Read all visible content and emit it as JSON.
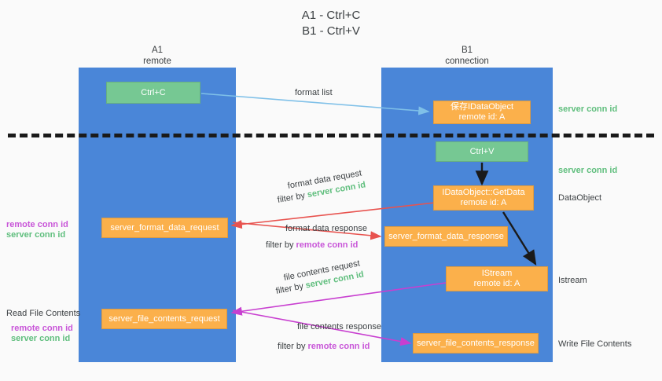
{
  "title": {
    "line1": "A1 - Ctrl+C",
    "line2": "B1 - Ctrl+V"
  },
  "lanes": [
    {
      "name": "A1",
      "sub": "remote",
      "color": "#4a86d8"
    },
    {
      "name": "B1",
      "sub": "connection",
      "color": "#4a86d8"
    }
  ],
  "colors": {
    "lane": "#4a86d8",
    "green_box": "#76c893",
    "orange_box": "#fbb04b",
    "green_text": "#5fbe7d",
    "magenta_text": "#c855d8",
    "arrow_blue": "#7fc0e8",
    "arrow_red": "#e8534f",
    "arrow_magenta": "#c83fd0",
    "arrow_dark": "#1a1a1a"
  },
  "nodes": {
    "ctrl_c": {
      "line1": "Ctrl+C"
    },
    "save_dataobject": {
      "line1": "保存IDataObject",
      "line2": "remote id: A"
    },
    "ctrl_v": {
      "line1": "Ctrl+V"
    },
    "getdata": {
      "line1": "IDataObject::GetData",
      "line2": "remote id: A"
    },
    "istream": {
      "line1": "IStream",
      "line2": "remote id: A"
    },
    "server_format_data_request": {
      "line1": "server_format_data_request"
    },
    "server_format_data_response": {
      "line1": "server_format_data_response"
    },
    "server_file_contents_request": {
      "line1": "server_file_contents_request"
    },
    "server_file_contents_response": {
      "line1": "server_file_contents_response"
    }
  },
  "edge_labels": {
    "format_list": "format list",
    "format_data_request": "format data request",
    "format_data_request_filter_prefix": "filter by ",
    "format_data_request_filter_value": "server conn id",
    "format_data_response": "format data response",
    "format_data_response_filter_prefix": "filter by ",
    "format_data_response_filter_value": "remote conn id",
    "file_contents_request": "file contents request",
    "file_contents_request_filter_prefix": "filter by ",
    "file_contents_request_filter_value": "server conn id",
    "file_contents_response": "file contents response",
    "file_contents_response_filter_prefix": "filter by ",
    "file_contents_response_filter_value": "remote conn id"
  },
  "right_labels": {
    "server_conn_id_top": "server conn id",
    "server_conn_id_second": "server conn id",
    "dataobject": "DataObject",
    "istream": "Istream",
    "write_file_contents": "Write File Contents"
  },
  "left_labels": {
    "remote_conn_id_1": "remote conn id",
    "server_conn_id_1": "server conn id",
    "read_file_contents": "Read File Contents",
    "remote_conn_id_2": "remote conn id",
    "server_conn_id_2": "server conn id"
  }
}
